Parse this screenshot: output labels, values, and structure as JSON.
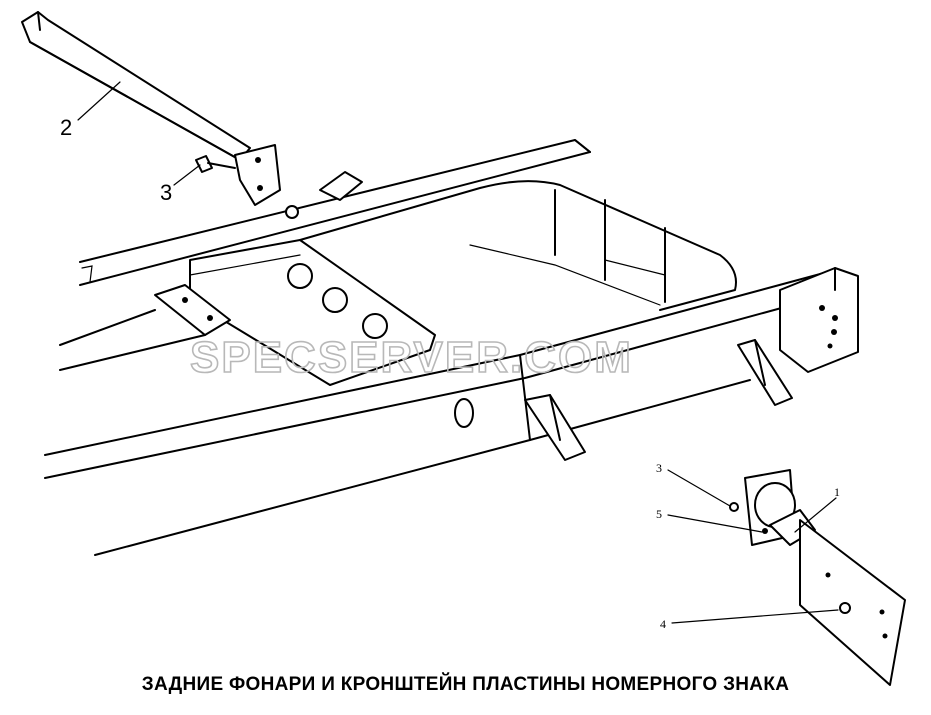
{
  "caption": "ЗАДНИЕ ФОНАРИ И КРОНШТЕЙН ПЛАСТИНЫ НОМЕРНОГО ЗНАКА",
  "watermark": "SPECSERVER.COM",
  "callouts_large": [
    "2",
    "3"
  ],
  "callouts_small": [
    "3",
    "5",
    "1",
    "4"
  ]
}
